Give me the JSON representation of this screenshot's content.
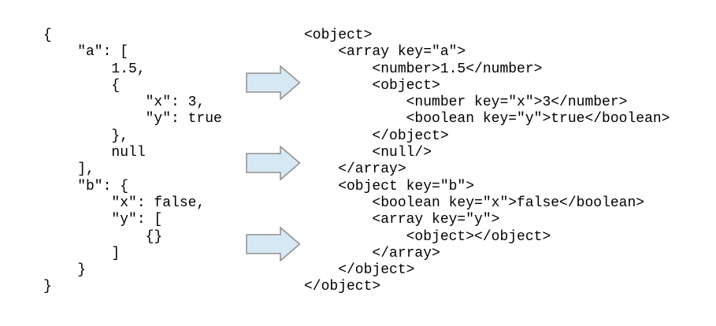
{
  "page": {
    "background_color": "#ffffff",
    "text_color": "#000000"
  },
  "json_panel": {
    "lines": [
      "{",
      "    \"a\": [",
      "        1.5,",
      "        {",
      "            \"x\": 3,",
      "            \"y\": true",
      "        },",
      "        null",
      "    ],",
      "    \"b\": {",
      "        \"x\": false,",
      "        \"y\": [",
      "            {}",
      "        ]",
      "    }",
      "}"
    ]
  },
  "xml_panel": {
    "lines": [
      "<object>",
      "    <array key=\"a\">",
      "        <number>1.5</number>",
      "        <object>",
      "            <number key=\"x\">3</number>",
      "            <boolean key=\"y\">true</boolean>",
      "        </object>",
      "        <null/>",
      "    </array>",
      "    <object key=\"b\">",
      "        <boolean key=\"x\">false</boolean>",
      "        <array key=\"y\">",
      "            <object></object>",
      "        </array>",
      "    </object>",
      "</object>"
    ]
  },
  "arrows": {
    "icon": "right-block-arrow-icon",
    "count": 3,
    "fill_color": "#d6e8f4",
    "stroke_color": "#8f8f8f"
  }
}
